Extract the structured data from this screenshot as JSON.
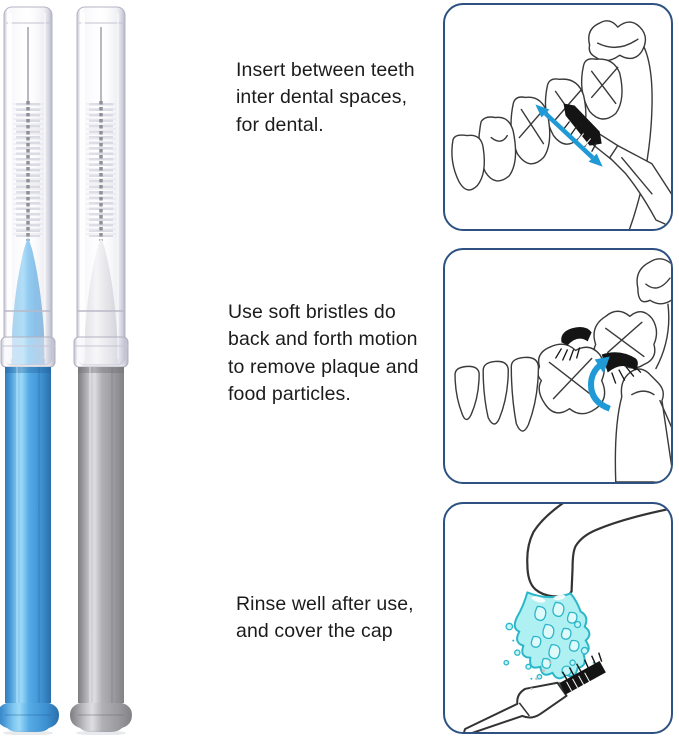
{
  "image_type": "interdental brush product usage instructions",
  "steps": [
    {
      "id": "step-1",
      "lines": [
        "Insert between teeth",
        "inter dental spaces,",
        "for dental."
      ],
      "illustration": "brush-inserted-between-teeth"
    },
    {
      "id": "step-2",
      "lines": [
        "Use soft bristles do",
        "back and forth motion",
        "to remove plaque and",
        "food particles."
      ],
      "illustration": "back-and-forth-bristle-motion"
    },
    {
      "id": "step-3",
      "lines": [
        "Rinse well after use,",
        "and cover the cap"
      ],
      "illustration": "rinse-brush-under-faucet"
    }
  ],
  "products": [
    {
      "id": "blue-brush",
      "name": "blue interdental brush with clear cap",
      "handle_color": "#4aa0e0"
    },
    {
      "id": "gray-brush",
      "name": "gray interdental brush with clear cap",
      "handle_color": "#a8a8ac"
    }
  ],
  "icons": {
    "panel_1": [
      "teeth-row",
      "interdental-brush-head",
      "double-arrow"
    ],
    "panel_2": [
      "teeth-row",
      "interdental-brush-head",
      "curved-motion-arrow"
    ],
    "panel_3": [
      "faucet",
      "water-stream",
      "interdental-brush"
    ]
  },
  "colors": {
    "background": "#ffffff",
    "text": "#1c1c1c",
    "panel_border": "#2d5181",
    "line_art": "#3a3a3a",
    "arrow_blue": "#1f9ad6",
    "brush_head_black": "#141414",
    "water_fill": "#aff0f2",
    "water_outline": "#2cb7c9"
  }
}
